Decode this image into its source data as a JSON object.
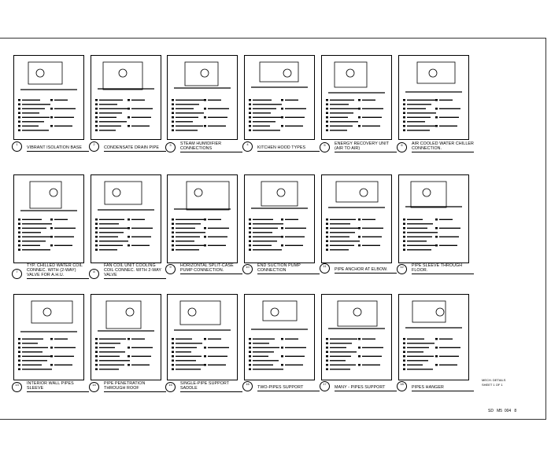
{
  "details": [
    {
      "num": "1",
      "title": "Vibrant isolation base"
    },
    {
      "num": "2",
      "title": "Condensate drain pipe"
    },
    {
      "num": "3",
      "title": "Steam humidifier connections"
    },
    {
      "num": "4",
      "title": "Kitchen hood types"
    },
    {
      "num": "5",
      "title": "Energy recovery unit (air to air)"
    },
    {
      "num": "6",
      "title": "Air cooled water chiller connection."
    },
    {
      "num": "7",
      "title": "Typ. chilled water coil connec. with (2-way) valve for A.H.U."
    },
    {
      "num": "8",
      "title": "Fan coil unit cooling coil connec. with 2-way valve"
    },
    {
      "num": "9",
      "title": "Horizontal split-case pump connection."
    },
    {
      "num": "10",
      "title": "End suction pump connection"
    },
    {
      "num": "11",
      "title": "Pipe anchor at elbow."
    },
    {
      "num": "12",
      "title": "Pipe sleeve through floor."
    },
    {
      "num": "13",
      "title": "Interior wall pipes sleeve"
    },
    {
      "num": "14",
      "title": "Pipe penetration through roof"
    },
    {
      "num": "15",
      "title": "Single-pipe support saddle"
    },
    {
      "num": "16",
      "title": "Two-pipes support"
    },
    {
      "num": "17",
      "title": "Many - pipes support"
    },
    {
      "num": "18",
      "title": "Pipes hanger"
    }
  ],
  "title_block": {
    "line1": "MECH. DETAILS",
    "line2": "SHEET 1 OF 1",
    "sheet_no": "SD   M5  004   8"
  }
}
